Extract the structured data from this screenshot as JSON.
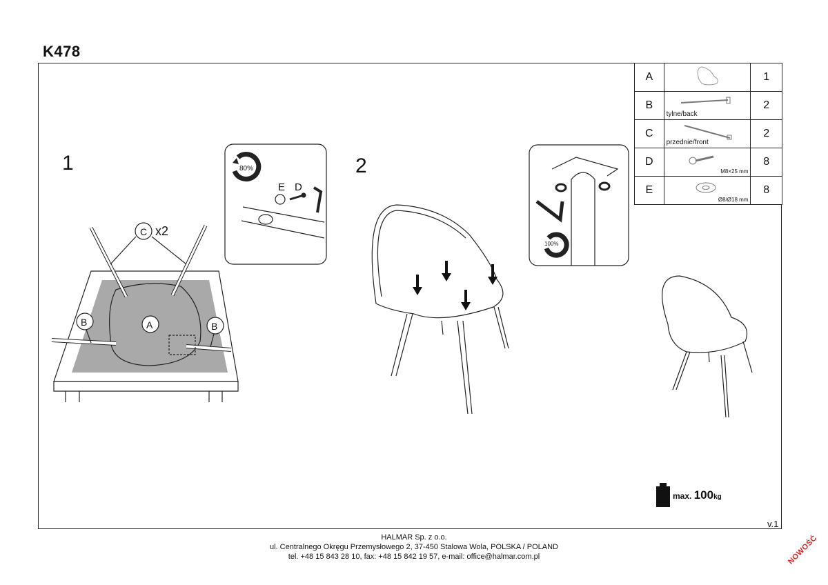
{
  "title": "K478",
  "steps": [
    "1",
    "2"
  ],
  "labels": {
    "callout_c": "C",
    "callout_c_qty": "x2",
    "callout_a": "A",
    "callout_b_left": "B",
    "callout_b_right": "B",
    "inset_e": "E",
    "inset_d": "D",
    "tighten_step1": "80%",
    "tighten_step2": "100%"
  },
  "parts": [
    {
      "letter": "A",
      "label": "",
      "spec": "",
      "qty": "1",
      "icon": "seat-shell-icon"
    },
    {
      "letter": "B",
      "label": "tylne/back",
      "spec": "",
      "qty": "2",
      "icon": "back-leg-icon"
    },
    {
      "letter": "C",
      "label": "przednie/front",
      "spec": "",
      "qty": "2",
      "icon": "front-leg-icon"
    },
    {
      "letter": "D",
      "label": "",
      "spec": "M8×25 mm",
      "qty": "8",
      "icon": "bolt-icon"
    },
    {
      "letter": "E",
      "label": "",
      "spec": "Ø8/Ø18 mm",
      "qty": "8",
      "icon": "washer-icon"
    }
  ],
  "max_load": {
    "prefix": "max.",
    "value": "100",
    "unit": "kg"
  },
  "version": "v.1",
  "footer": {
    "company": "HALMAR Sp. z o.o.",
    "address": "ul. Centralnego Okręgu Przemysłowego 2, 37-450 Stalowa Wola, POLSKA / POLAND",
    "contact": "tel. +48 15 843 28 10, fax: +48 15 842 19 57, e-mail: office@halmar.com.pl"
  },
  "stamp": "NOWOŚĆ",
  "colors": {
    "line": "#222222",
    "table_top": "#a9a9a9",
    "stamp": "#e02020"
  }
}
